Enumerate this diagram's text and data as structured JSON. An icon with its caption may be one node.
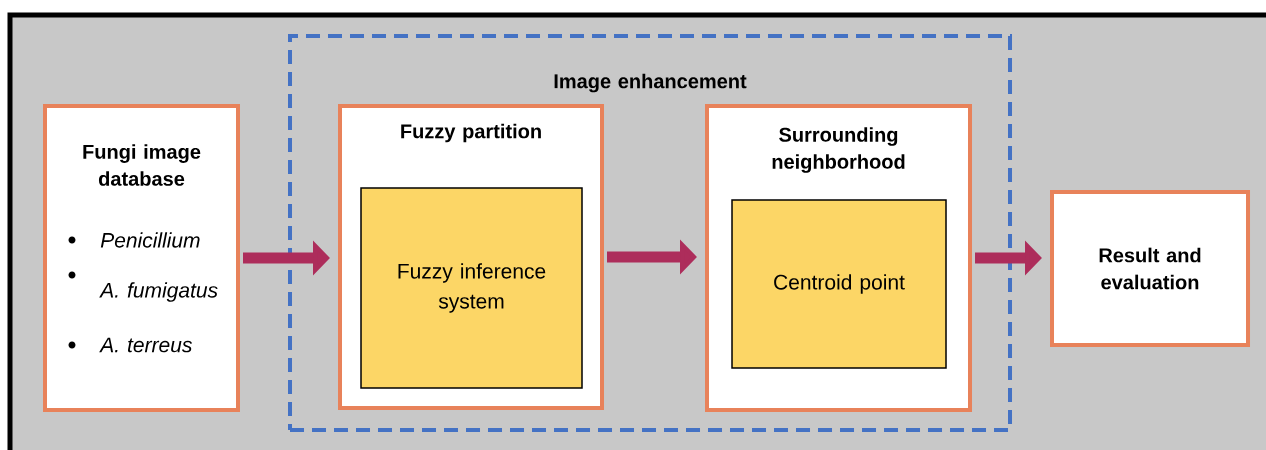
{
  "diagram": {
    "nodes": [
      {
        "text": [
          "Fungi image database",
          "Penicillium",
          "A. fumigatus",
          "A. terreus"
        ]
      },
      {
        "text": [
          "Image enhancement"
        ]
      },
      {
        "text": [
          "Fuzzy partition"
        ],
        "in": 1
      },
      {
        "text": [
          "Fuzzy inference system"
        ],
        "in": 2
      },
      {
        "text": [
          "Surrounding neighborhood"
        ],
        "in": 1
      },
      {
        "text": [
          "Centroid point"
        ],
        "in": 4
      },
      {
        "text": [
          "Result and evaluation"
        ]
      }
    ],
    "edges": [
      {
        "from": 0,
        "to": 2,
        "arrow": "to"
      },
      {
        "from": 2,
        "to": 4,
        "arrow": "to"
      },
      {
        "from": 4,
        "to": 6,
        "arrow": "to"
      }
    ]
  }
}
